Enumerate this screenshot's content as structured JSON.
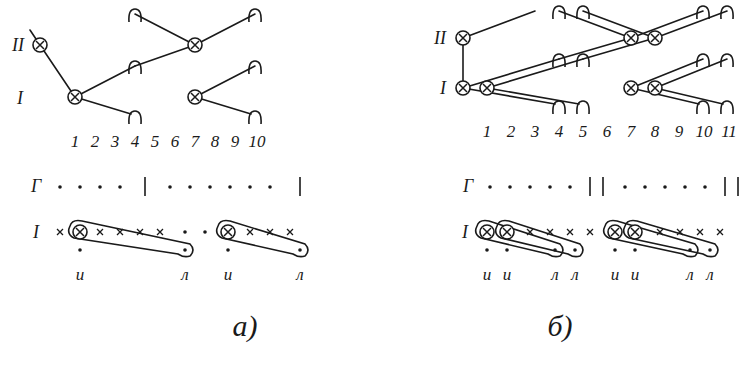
{
  "diagram": {
    "labels": [
      "II",
      "I",
      "1",
      "2",
      "3",
      "4",
      "5",
      "6",
      "7",
      "8",
      "9",
      "10",
      "Г",
      "I",
      "и",
      "л",
      "и",
      "л",
      "а)",
      "II",
      "I",
      "1",
      "2",
      "3",
      "4",
      "5",
      "6",
      "7",
      "8",
      "9",
      "10",
      "11",
      "Г",
      "I",
      "и",
      "и",
      "л",
      "л",
      "и",
      "и",
      "л",
      "л",
      "б)"
    ]
  }
}
